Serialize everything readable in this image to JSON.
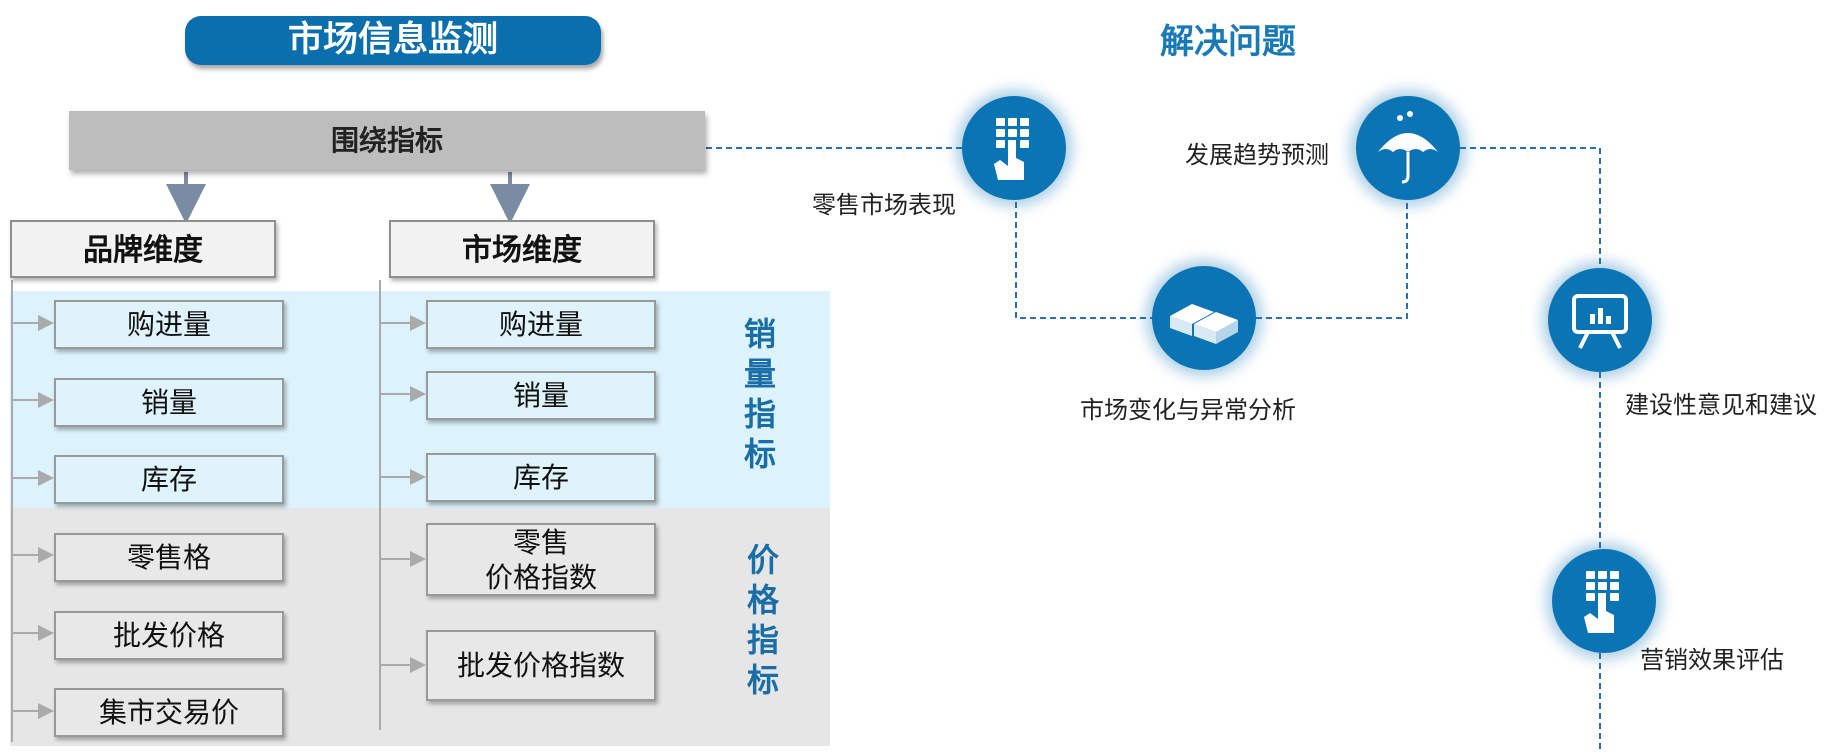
{
  "header": {
    "title": "市场信息监测"
  },
  "banner": {
    "label": "围绕指标"
  },
  "brand_dimension": {
    "label": "品牌维度",
    "items": [
      "购进量",
      "销量",
      "库存",
      "零售格",
      "批发价格",
      "集市交易价"
    ]
  },
  "market_dimension": {
    "label": "市场维度",
    "items": [
      "购进量",
      "销量",
      "库存",
      "零售\n价格指数",
      "批发价格指数"
    ]
  },
  "side_labels": {
    "sales": "销量指标",
    "price": "价格指标"
  },
  "solve": {
    "title": "解决问题",
    "nodes": [
      {
        "label": "零售市场表现",
        "icon": "keypad-hand-icon"
      },
      {
        "label": "发展趋势预测",
        "icon": "umbrella-icon"
      },
      {
        "label": "市场变化与异常分析",
        "icon": "bricks-icon"
      },
      {
        "label": "建设性意见和建议",
        "icon": "presentation-board-icon"
      },
      {
        "label": "营销效果评估",
        "icon": "keypad-hand-icon"
      }
    ]
  },
  "colors": {
    "accent": "#0b74b5",
    "dark_blue": "#0b6fae",
    "label_blue": "#1a6ea8",
    "light_blue_band": "#dff3fc",
    "grey_band": "#e8e8e8",
    "banner_grey": "#bdbdbd"
  }
}
